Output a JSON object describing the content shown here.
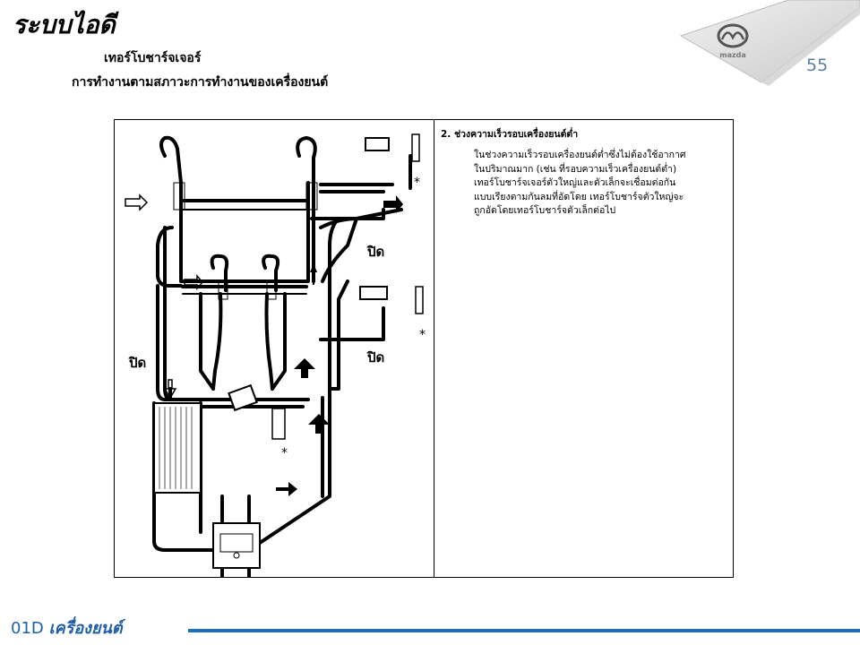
{
  "header": {
    "title": "ระบบไอดี",
    "subtitle1": "เทอร์โบชาร์จเจอร์",
    "subtitle2": "การทำงานตามสภาวะการทำงานของเครื่องยนต์",
    "page_number": "55",
    "logo_text": "mazda"
  },
  "diagram": {
    "labels": [
      "ปิด",
      "ปิด",
      "ปิด"
    ],
    "asterisk": "*"
  },
  "section": {
    "heading": "2. ช่วงความเร็วรอบเครื่องยนต์ต่ำ",
    "body": "ในช่วงความเร็วรอบเครื่องยนต์ต่ำซึ่งไม่ต้องใช้อากาศ\nในปริมาณมาก (เช่น ที่รอบความเร็วเครื่องยนต์ต่ำ)\nเทอร์โบชาร์จเจอร์ตัวใหญ่และตัวเล็กจะเชื่อมต่อกัน\nแบบเรียงตามกันลมที่อัดโดย เทอร์โบชาร์จตัวใหญ่จะ\nถูกอัดโดยเทอร์โบชาร์จตัวเล็กต่อไป"
  },
  "footer": {
    "code": "01D",
    "name": "เครื่องยนต์"
  },
  "colors": {
    "accent": "#1f6fb8",
    "page_number": "#5a7fa8"
  }
}
